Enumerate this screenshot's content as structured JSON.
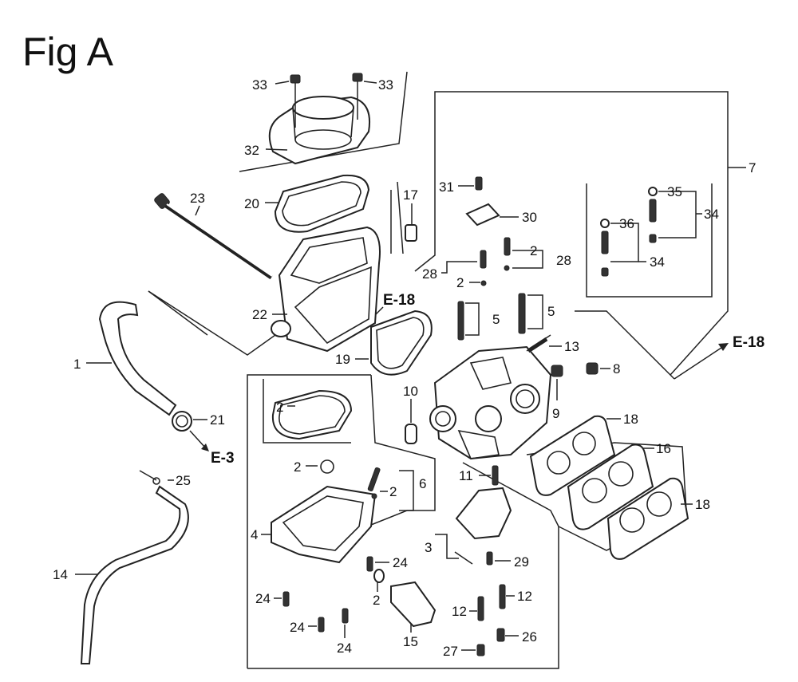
{
  "figure": {
    "title": "Fig A"
  },
  "callouts": [
    {
      "id": "c33a",
      "text": "33"
    },
    {
      "id": "c33b",
      "text": "33"
    },
    {
      "id": "c32",
      "text": "32"
    },
    {
      "id": "c20",
      "text": "20"
    },
    {
      "id": "c23",
      "text": "23"
    },
    {
      "id": "c17",
      "text": "17"
    },
    {
      "id": "c22",
      "text": "22"
    },
    {
      "id": "c19",
      "text": "19"
    },
    {
      "id": "c1",
      "text": "1"
    },
    {
      "id": "c21",
      "text": "21"
    },
    {
      "id": "c2a",
      "text": "2"
    },
    {
      "id": "c2b",
      "text": "2"
    },
    {
      "id": "c2c",
      "text": "2"
    },
    {
      "id": "c6",
      "text": "6"
    },
    {
      "id": "c25",
      "text": "25"
    },
    {
      "id": "c4",
      "text": "4"
    },
    {
      "id": "c24a",
      "text": "24"
    },
    {
      "id": "c24b",
      "text": "24"
    },
    {
      "id": "c24c",
      "text": "24"
    },
    {
      "id": "c24d",
      "text": "24"
    },
    {
      "id": "c2d",
      "text": "2"
    },
    {
      "id": "c15",
      "text": "15"
    },
    {
      "id": "c14",
      "text": "14"
    },
    {
      "id": "c31",
      "text": "31"
    },
    {
      "id": "c30",
      "text": "30"
    },
    {
      "id": "c28a",
      "text": "28"
    },
    {
      "id": "c2e",
      "text": "2"
    },
    {
      "id": "c28b",
      "text": "28"
    },
    {
      "id": "c2f",
      "text": "2"
    },
    {
      "id": "c5a",
      "text": "5"
    },
    {
      "id": "c5b",
      "text": "5"
    },
    {
      "id": "c13",
      "text": "13"
    },
    {
      "id": "c10",
      "text": "10"
    },
    {
      "id": "c9",
      "text": "9"
    },
    {
      "id": "c8",
      "text": "8"
    },
    {
      "id": "c11",
      "text": "11"
    },
    {
      "id": "c3",
      "text": "3"
    },
    {
      "id": "c29",
      "text": "29"
    },
    {
      "id": "c12a",
      "text": "12"
    },
    {
      "id": "c12b",
      "text": "12"
    },
    {
      "id": "c27",
      "text": "27"
    },
    {
      "id": "c26",
      "text": "26"
    },
    {
      "id": "c7",
      "text": "7"
    },
    {
      "id": "c35",
      "text": "35"
    },
    {
      "id": "c34a",
      "text": "34"
    },
    {
      "id": "c36",
      "text": "36"
    },
    {
      "id": "c34b",
      "text": "34"
    },
    {
      "id": "c18a",
      "text": "18"
    },
    {
      "id": "c16",
      "text": "16"
    },
    {
      "id": "c18b",
      "text": "18"
    }
  ],
  "references": [
    {
      "id": "e18a",
      "text": "E-18"
    },
    {
      "id": "e18b",
      "text": "E-18"
    },
    {
      "id": "e3",
      "text": "E-3"
    }
  ]
}
